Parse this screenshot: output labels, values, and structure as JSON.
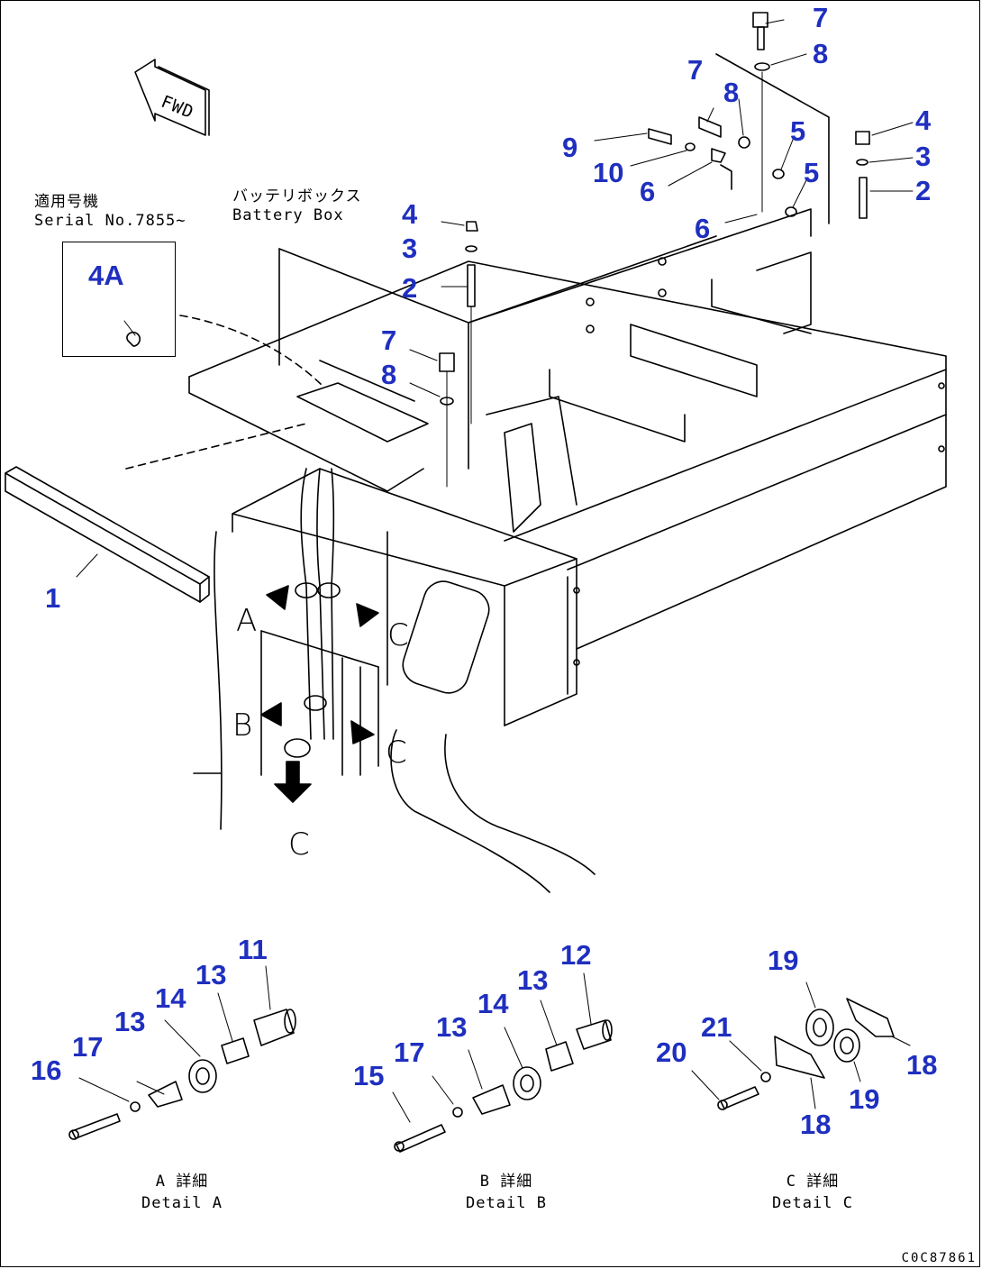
{
  "fwd_label": "FWD",
  "serial_note": {
    "jp": "適用号機",
    "en": "Serial No.7855~"
  },
  "battery_box_note": {
    "jp": "バッテリボックス",
    "en": "Battery Box"
  },
  "inset_callout": "4A",
  "main_callouts": [
    "1",
    "2",
    "3",
    "4",
    "7",
    "8",
    "7",
    "8",
    "9",
    "10",
    "6",
    "5",
    "6",
    "5",
    "7",
    "8",
    "4",
    "3",
    "2"
  ],
  "view_letters": [
    "A",
    "C",
    "B",
    "C",
    "C"
  ],
  "details": [
    {
      "jp": "A 詳細",
      "en": "Detail A",
      "callouts": [
        "11",
        "13",
        "14",
        "13",
        "17",
        "16"
      ]
    },
    {
      "jp": "B 詳細",
      "en": "Detail B",
      "callouts": [
        "12",
        "13",
        "14",
        "13",
        "17",
        "15"
      ]
    },
    {
      "jp": "C 詳細",
      "en": "Detail C",
      "callouts": [
        "19",
        "21",
        "20",
        "18",
        "19",
        "18"
      ]
    }
  ],
  "drawing_code": "C0C87861",
  "colors": {
    "callout": "#1f2fbf",
    "line": "#000000",
    "background": "#ffffff"
  }
}
